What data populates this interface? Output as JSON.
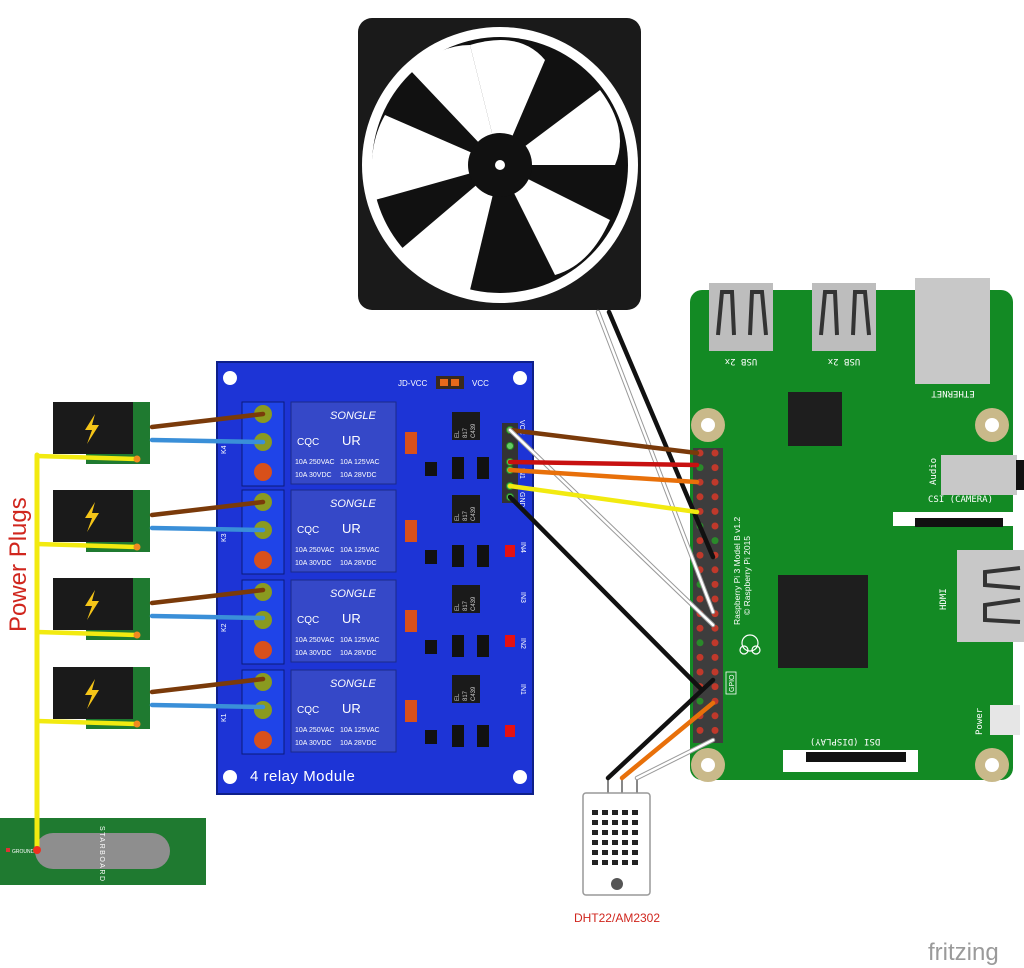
{
  "title_label": "Power Plugs",
  "relay": {
    "module_label": "4 relay Module",
    "jdvcc": "JD-VCC",
    "vcc": "VCC",
    "pins": [
      "VCC",
      "IN1",
      "IN2",
      "IN3",
      "IN4",
      "GND"
    ],
    "side_labels": [
      "IN4",
      "IN3",
      "IN2",
      "IN1"
    ],
    "brand": "SONGLE",
    "cqc": "CQC",
    "ur": "UR",
    "ratings": [
      "10A 250VAC",
      "10A 125VAC",
      "10A 30VDC",
      "10A 28VDC"
    ],
    "channels": [
      "K4",
      "K3",
      "K2",
      "K1"
    ],
    "optocoupler": [
      "EL",
      "817",
      "C439"
    ]
  },
  "rpi": {
    "model": "Raspberry Pi 3 Model B v1.2",
    "copyright": "© Raspberry Pi 2015",
    "usb1": "USB 2x",
    "usb2": "USB 2x",
    "ethernet": "ETHERNET",
    "audio": "Audio",
    "csi": "CSI (CAMERA)",
    "hdmi": "HDMI",
    "gpio": "GPIO",
    "dsi": "DSI (DISPLAY)",
    "power": "Power"
  },
  "starboard": {
    "label": "STARBOARD",
    "ground": "GROUND"
  },
  "sensor": {
    "label": "DHT22/AM2302"
  },
  "logo": "fritzing",
  "colors": {
    "relay_board": "#1d34d6",
    "rpi_board": "#138a24",
    "wire_brown": "#7a3a0a",
    "wire_blue": "#3a8fd8",
    "wire_yellow": "#f2ea10",
    "label_red": "#d0261e"
  }
}
